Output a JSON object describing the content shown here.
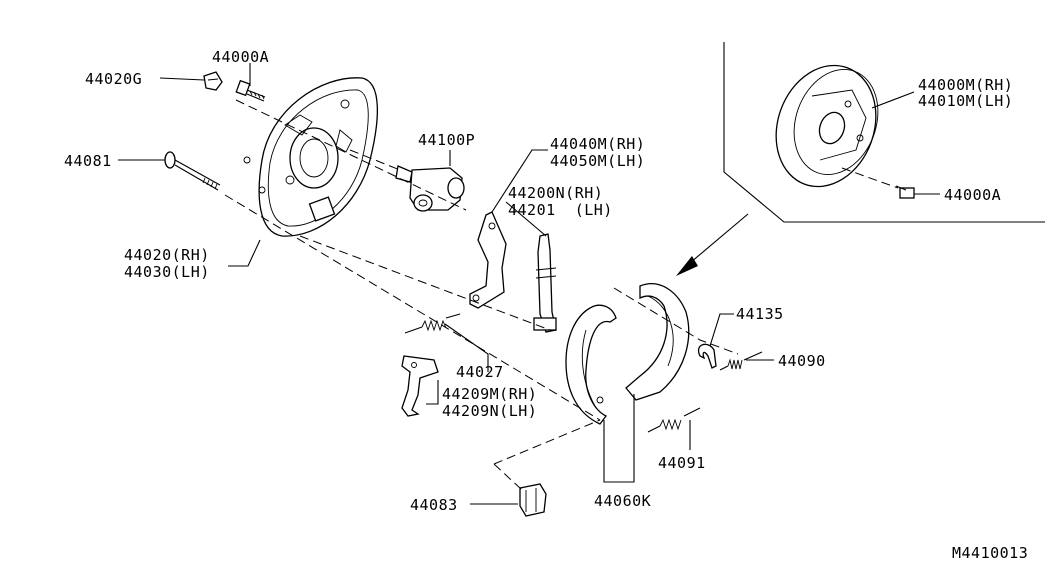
{
  "diagram_id": "M4410013",
  "labels": {
    "p44000A_top": "44000A",
    "p44020G": "44020G",
    "p44081": "44081",
    "p44020_rh": "44020(RH)",
    "p44030_lh": "44030(LH)",
    "p44100P": "44100P",
    "p44040M_rh": "44040M(RH)",
    "p44050M_lh": "44050M(LH)",
    "p44200N_rh": "44200N(RH)",
    "p44201_lh": "44201  (LH)",
    "p44027": "44027",
    "p44209M_rh": "44209M(RH)",
    "p44209N_lh": "44209N(LH)",
    "p44083": "44083",
    "p44060K": "44060K",
    "p44091": "44091",
    "p44135": "44135",
    "p44090": "44090",
    "p44000M_rh": "44000M(RH)",
    "p44010M_lh": "44010M(LH)",
    "p44000A_right": "44000A"
  }
}
